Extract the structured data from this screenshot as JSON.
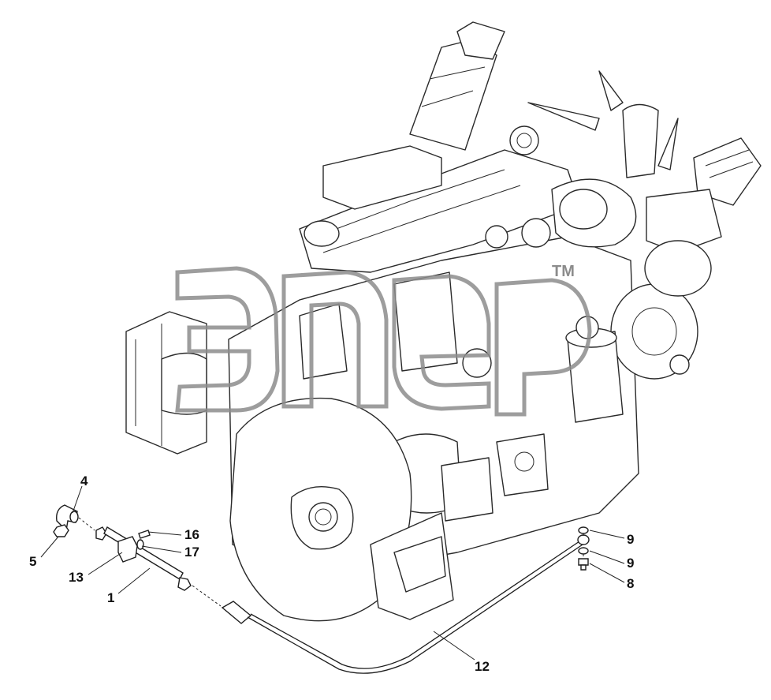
{
  "diagram": {
    "watermark": "элер",
    "watermark_mark": "TM",
    "corner_mark": "",
    "callouts": [
      "4",
      "5",
      "13",
      "1",
      "16",
      "17",
      "9",
      "9",
      "8",
      "12"
    ]
  }
}
